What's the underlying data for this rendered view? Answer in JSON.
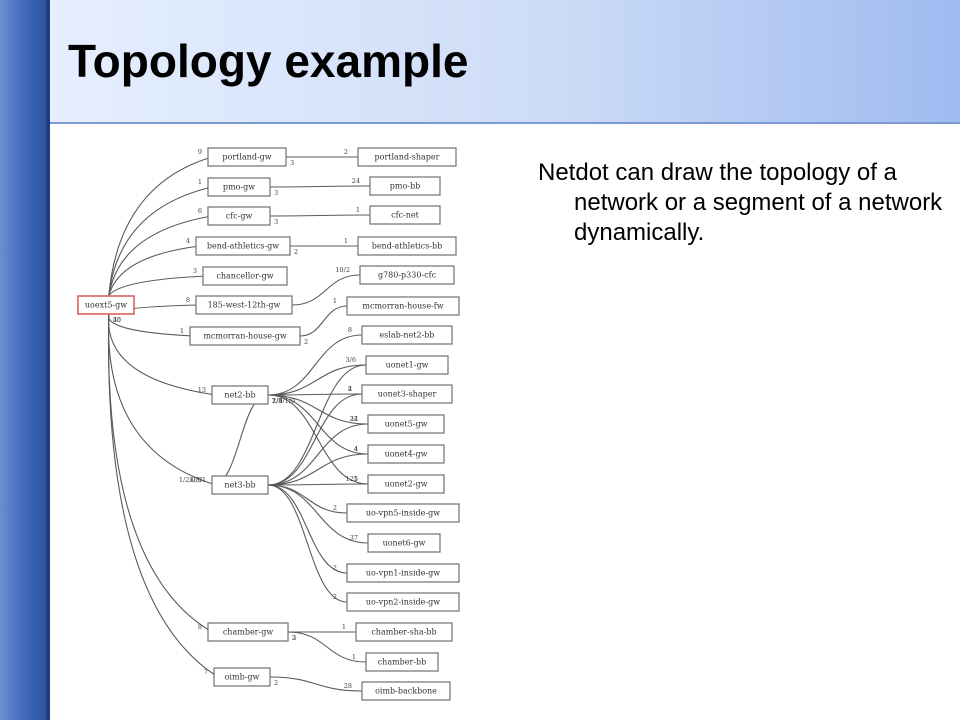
{
  "slide": {
    "title": "Topology example",
    "description": "Netdot can draw the topology of a network or a segment of a network dynamically."
  },
  "diagram": {
    "nodes": [
      {
        "id": "root",
        "label": "uoext5-gw"
      },
      {
        "id": "portland-gw",
        "label": "portland-gw"
      },
      {
        "id": "pmo-gw",
        "label": "pmo-gw"
      },
      {
        "id": "cfc-gw",
        "label": "cfc-gw"
      },
      {
        "id": "bend-athletics-gw",
        "label": "bend-athletics-gw"
      },
      {
        "id": "chancellor-gw",
        "label": "chancellor-gw"
      },
      {
        "id": "185-west-12th-gw",
        "label": "185-west-12th-gw"
      },
      {
        "id": "mcmorran-house-gw",
        "label": "mcmorran-house-gw"
      },
      {
        "id": "net2-bb",
        "label": "net2-bb"
      },
      {
        "id": "net3-bb",
        "label": "net3-bb"
      },
      {
        "id": "chamber-gw",
        "label": "chamber-gw"
      },
      {
        "id": "oimb-gw",
        "label": "oimb-gw"
      },
      {
        "id": "portland-shaper",
        "label": "portland-shaper"
      },
      {
        "id": "pmo-bb",
        "label": "pmo-bb"
      },
      {
        "id": "cfc-net",
        "label": "cfc-net"
      },
      {
        "id": "bend-athletics-bb",
        "label": "bend-athletics-bb"
      },
      {
        "id": "g780-p330-cfc",
        "label": "g780-p330-cfc"
      },
      {
        "id": "mcmorran-house-fw",
        "label": "mcmorran-house-fw"
      },
      {
        "id": "eslab-net2-bb",
        "label": "eslab-net2-bb"
      },
      {
        "id": "uonet1-gw",
        "label": "uonet1-gw"
      },
      {
        "id": "uonet3-shaper",
        "label": "uonet3-shaper"
      },
      {
        "id": "uonet5-gw",
        "label": "uonet5-gw"
      },
      {
        "id": "uonet4-gw",
        "label": "uonet4-gw"
      },
      {
        "id": "uonet2-gw",
        "label": "uonet2-gw"
      },
      {
        "id": "uo-vpn5-inside-gw",
        "label": "uo-vpn5-inside-gw"
      },
      {
        "id": "uonet6-gw",
        "label": "uonet6-gw"
      },
      {
        "id": "uo-vpn1-inside-gw",
        "label": "uo-vpn1-inside-gw"
      },
      {
        "id": "uo-vpn2-inside-gw",
        "label": "uo-vpn2-inside-gw"
      },
      {
        "id": "chamber-sha-bb",
        "label": "chamber-sha-bb"
      },
      {
        "id": "chamber-bb",
        "label": "chamber-bb"
      },
      {
        "id": "oimb-backbone",
        "label": "oimb-backbone"
      }
    ],
    "edges": [
      {
        "from": "root",
        "to": "portland-gw",
        "from_port": "",
        "to_port": "9"
      },
      {
        "from": "root",
        "to": "pmo-gw",
        "from_port": "",
        "to_port": "1"
      },
      {
        "from": "root",
        "to": "cfc-gw",
        "from_port": "",
        "to_port": "6"
      },
      {
        "from": "root",
        "to": "bend-athletics-gw",
        "from_port": "",
        "to_port": "4"
      },
      {
        "from": "root",
        "to": "chancellor-gw",
        "from_port": "",
        "to_port": "3"
      },
      {
        "from": "root",
        "to": "185-west-12th-gw",
        "from_port": "35",
        "to_port": "8"
      },
      {
        "from": "root",
        "to": "mcmorran-house-gw",
        "from_port": "40",
        "to_port": "1"
      },
      {
        "from": "root",
        "to": "net2-bb",
        "from_port": "",
        "to_port": "13"
      },
      {
        "from": "root",
        "to": "net3-bb",
        "from_port": "",
        "to_port": "1/3/1"
      },
      {
        "from": "root",
        "to": "chamber-gw",
        "from_port": "",
        "to_port": "8"
      },
      {
        "from": "root",
        "to": "oimb-gw",
        "from_port": "",
        "to_port": "7"
      },
      {
        "from": "portland-gw",
        "to": "portland-shaper",
        "from_port": "3",
        "to_port": "2"
      },
      {
        "from": "pmo-gw",
        "to": "pmo-bb",
        "from_port": "3",
        "to_port": "24"
      },
      {
        "from": "cfc-gw",
        "to": "cfc-net",
        "from_port": "3",
        "to_port": "1"
      },
      {
        "from": "bend-athletics-gw",
        "to": "bend-athletics-bb",
        "from_port": "2",
        "to_port": "1"
      },
      {
        "from": "185-west-12th-gw",
        "to": "g780-p330-cfc",
        "from_port": "",
        "to_port": "10/2"
      },
      {
        "from": "mcmorran-house-gw",
        "to": "mcmorran-house-fw",
        "from_port": "2",
        "to_port": "1"
      },
      {
        "from": "net2-bb",
        "to": "eslab-net2-bb",
        "from_port": "",
        "to_port": "8"
      },
      {
        "from": "net2-bb",
        "to": "uonet1-gw",
        "from_port": "2/3",
        "to_port": "3/6"
      },
      {
        "from": "net2-bb",
        "to": "uonet3-shaper",
        "from_port": "2/4",
        "to_port": "2"
      },
      {
        "from": "net2-bb",
        "to": "uonet5-gw",
        "from_port": "",
        "to_port": "24"
      },
      {
        "from": "net2-bb",
        "to": "uonet4-gw",
        "from_port": "",
        "to_port": "4"
      },
      {
        "from": "net2-bb",
        "to": "uonet2-gw",
        "from_port": "",
        "to_port": "5"
      },
      {
        "from": "net2-bb",
        "to": "net3-bb",
        "from_port": "1/0/1/0",
        "to_port": "1/2/0/0"
      },
      {
        "from": "net3-bb",
        "to": "uonet1-gw",
        "from_port": "",
        "to_port": ""
      },
      {
        "from": "net3-bb",
        "to": "uonet3-shaper",
        "from_port": "",
        "to_port": "4"
      },
      {
        "from": "net3-bb",
        "to": "uonet5-gw",
        "from_port": "",
        "to_port": "32"
      },
      {
        "from": "net3-bb",
        "to": "uonet4-gw",
        "from_port": "",
        "to_port": "4"
      },
      {
        "from": "net3-bb",
        "to": "uonet2-gw",
        "from_port": "",
        "to_port": "121"
      },
      {
        "from": "net3-bb",
        "to": "uo-vpn5-inside-gw",
        "from_port": "",
        "to_port": "2"
      },
      {
        "from": "net3-bb",
        "to": "uonet6-gw",
        "from_port": "",
        "to_port": "37"
      },
      {
        "from": "net3-bb",
        "to": "uo-vpn1-inside-gw",
        "from_port": "",
        "to_port": "2"
      },
      {
        "from": "net3-bb",
        "to": "uo-vpn2-inside-gw",
        "from_port": "",
        "to_port": "2"
      },
      {
        "from": "chamber-gw",
        "to": "chamber-sha-bb",
        "from_port": "2",
        "to_port": "1"
      },
      {
        "from": "chamber-gw",
        "to": "chamber-bb",
        "from_port": "3",
        "to_port": "1"
      },
      {
        "from": "oimb-gw",
        "to": "oimb-backbone",
        "from_port": "2",
        "to_port": "28"
      }
    ]
  }
}
